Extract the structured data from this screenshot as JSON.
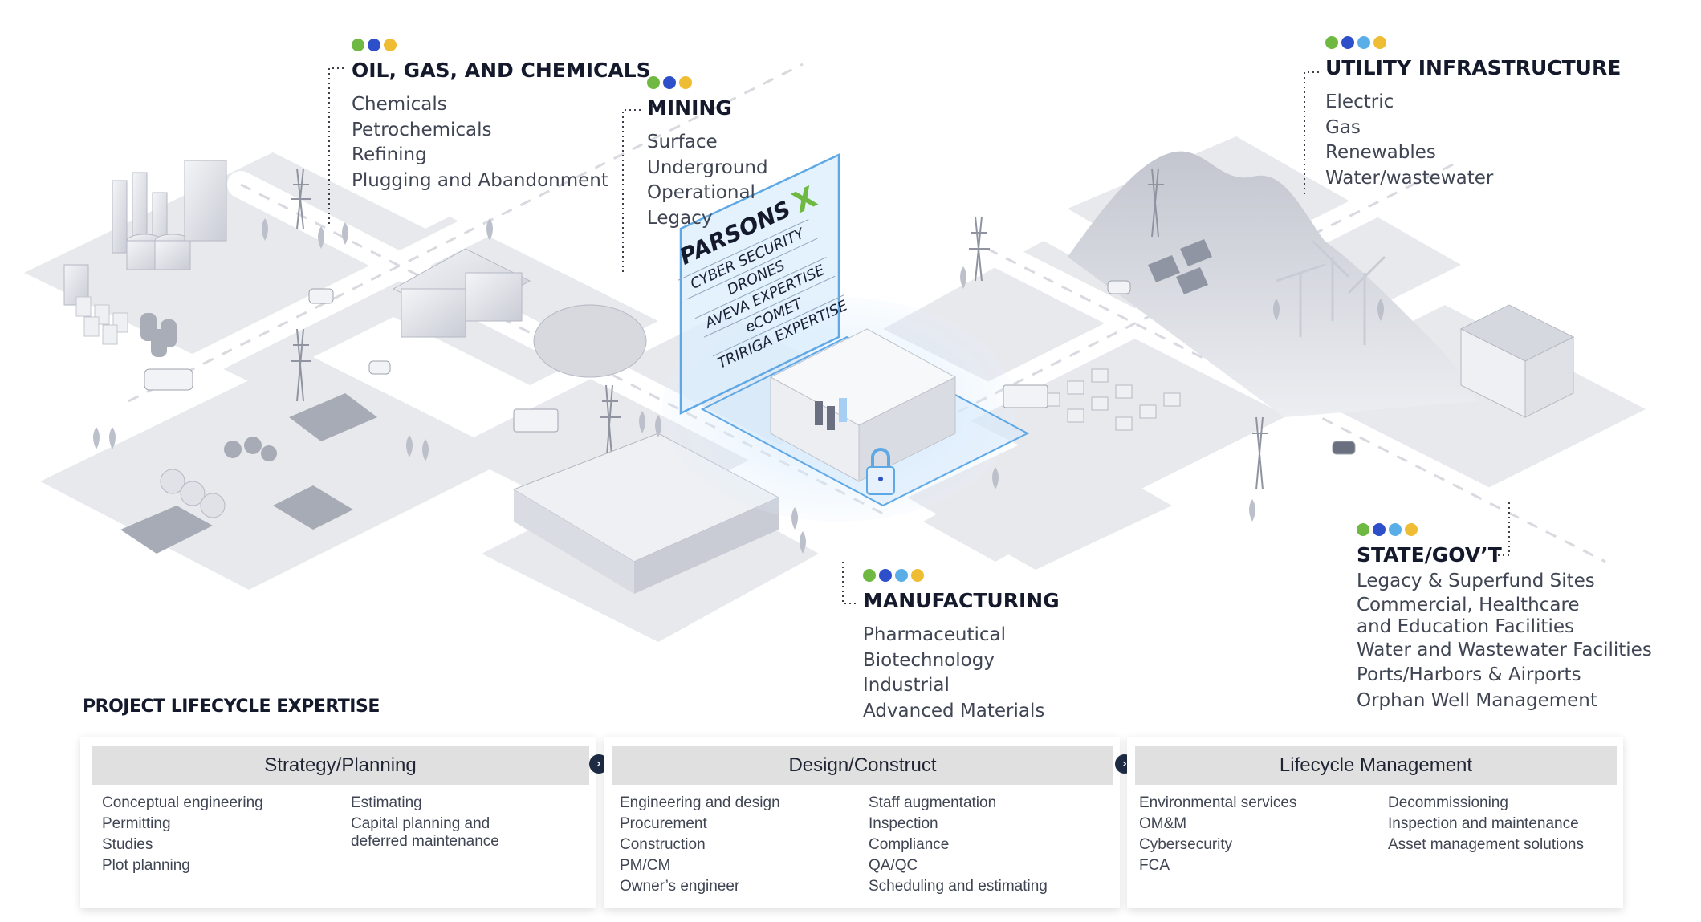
{
  "colors": {
    "green": "#6fb842",
    "blue": "#2d4fc9",
    "light_blue": "#5aaee8",
    "yellow": "#eebd34",
    "navy": "#14192b",
    "panel_blue": "#5fa8e6"
  },
  "sectors": {
    "oil_gas": {
      "title": "OIL, GAS, AND CHEMICALS",
      "dots": [
        "green",
        "blue",
        "yellow"
      ],
      "items": [
        "Chemicals",
        "Petrochemicals",
        "Refining",
        "Plugging and Abandonment"
      ]
    },
    "mining": {
      "title": "MINING",
      "dots": [
        "green",
        "blue",
        "yellow"
      ],
      "items": [
        "Surface",
        "Underground",
        "Operational",
        "Legacy"
      ]
    },
    "utility": {
      "title": "UTILITY INFRASTRUCTURE",
      "dots": [
        "green",
        "blue",
        "light_blue",
        "yellow"
      ],
      "items": [
        "Electric",
        "Gas",
        "Renewables",
        "Water/wastewater"
      ]
    },
    "manufacturing": {
      "title": "MANUFACTURING",
      "dots": [
        "green",
        "blue",
        "light_blue",
        "yellow"
      ],
      "items": [
        "Pharmaceutical",
        "Biotechnology",
        "Industrial",
        "Advanced Materials"
      ]
    },
    "state_govt": {
      "title": "STATE/GOV’T",
      "dots": [
        "green",
        "blue",
        "light_blue",
        "yellow"
      ],
      "items": [
        "Legacy & Superfund Sites",
        "Commercial, Healthcare",
        "and Education Facilities",
        "Water and Wastewater Facilities",
        "Ports/Harbors & Airports",
        "Orphan Well Management"
      ]
    }
  },
  "parsons_panel": {
    "brand": "PARSONS",
    "items": [
      "CYBER SECURITY",
      "DRONES",
      "AVEVA EXPERTISE",
      "eCOMET",
      "TRIRIGA EXPERTISE"
    ]
  },
  "lifecycle": {
    "heading": "PROJECT LIFECYCLE EXPERTISE",
    "phases": [
      {
        "title": "Strategy/Planning",
        "col1": [
          "Conceptual engineering",
          "Permitting",
          "Studies",
          "Plot planning"
        ],
        "col2": [
          "Estimating",
          "Capital planning and\ndeferred maintenance"
        ]
      },
      {
        "title": "Design/Construct",
        "col1": [
          "Engineering and design",
          "Procurement",
          "Construction",
          "PM/CM",
          "Owner’s engineer"
        ],
        "col2": [
          "Staff augmentation",
          "Inspection",
          "Compliance",
          "QA/QC",
          "Scheduling and estimating"
        ]
      },
      {
        "title": "Lifecycle Management",
        "col1": [
          "Environmental services",
          "OM&M",
          "Cybersecurity",
          "FCA"
        ],
        "col2": [
          "Decommissioning",
          "Inspection and maintenance",
          "Asset management solutions"
        ]
      }
    ]
  }
}
